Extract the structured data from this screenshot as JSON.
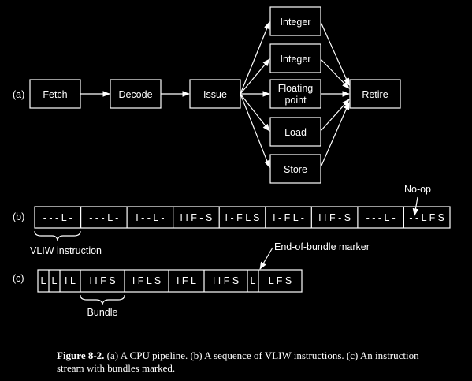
{
  "part_a": {
    "label": "(a)",
    "stages": [
      "Fetch",
      "Decode",
      "Issue"
    ],
    "units": [
      [
        "Integer"
      ],
      [
        "Integer"
      ],
      [
        "Floating",
        "point"
      ],
      [
        "Load"
      ],
      [
        "Store"
      ]
    ],
    "retire": "Retire"
  },
  "part_b": {
    "label": "(b)",
    "cells": [
      "- - - L -",
      "- - - L -",
      "I - - L -",
      "I I F - S",
      "I - F L S",
      "I - F L -",
      "I I F - S",
      "- - - L -",
      "- - L F S"
    ],
    "noop_label": "No-op",
    "brace_label": "VLIW instruction"
  },
  "part_c": {
    "label": "(c)",
    "cells": [
      "L",
      "L",
      "I L",
      "I I F S",
      "I F L S",
      "I F L",
      "I I F S",
      "L",
      "L F S"
    ],
    "marker_label": "End-of-bundle marker",
    "brace_label": "Bundle"
  },
  "caption": {
    "fig": "Figure 8-2.",
    "text": "(a) A CPU pipeline. (b) A sequence of VLIW instructions. (c) An instruction stream with bundles marked."
  }
}
